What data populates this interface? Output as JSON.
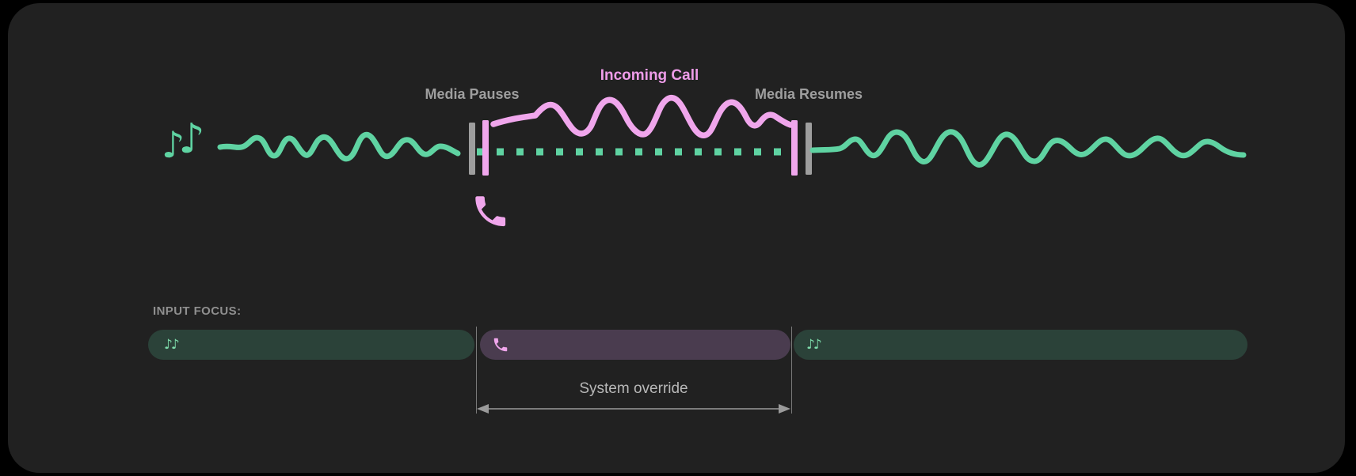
{
  "timeline": {
    "media_pauses_label": "Media Pauses",
    "incoming_call_label": "Incoming Call",
    "media_resumes_label": "Media Resumes"
  },
  "focus": {
    "heading": "INPUT FOCUS:",
    "system_override_label": "System override",
    "segments": [
      {
        "name": "media-before",
        "icon": "music-notes-icon"
      },
      {
        "name": "call",
        "icon": "phone-icon"
      },
      {
        "name": "media-after",
        "icon": "music-notes-icon"
      }
    ]
  },
  "icons": {
    "music_glyph": "♪",
    "music_glyph_pair": "♪♪"
  },
  "colors": {
    "background": "#000000",
    "card": "#212121",
    "media_green": "#5fd3a2",
    "call_pink": "#f0a6ec",
    "incoming_call_text": "#ee9ce9",
    "label_gray": "#9e9e9e",
    "pause_marker_gray": "#9e9e9e",
    "focus_media_bg": "#2b4239",
    "focus_call_bg": "#4a3c4f",
    "focus_note_green": "#7edcab",
    "system_override_text": "#b8b8b8",
    "guide_line_gray": "#7a7a7a",
    "arrow_gray": "#9a9a9a"
  }
}
